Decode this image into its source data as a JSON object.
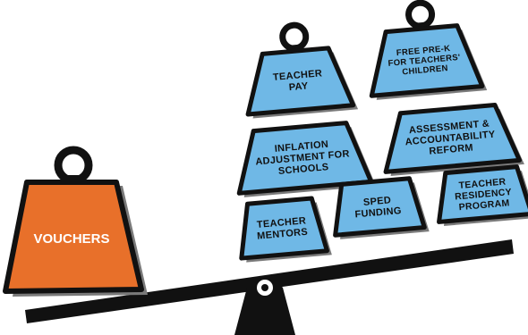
{
  "colors": {
    "voucher_fill": "#e8702a",
    "program_fill": "#6fb8e6",
    "outline": "#111111",
    "shadow": "#7a7a7a"
  },
  "voucher": {
    "label": "VOUCHERS"
  },
  "weights": [
    {
      "lines": [
        "TEACHER",
        "PAY"
      ]
    },
    {
      "lines": [
        "FREE PRE-K",
        "FOR TEACHERS'",
        "CHILDREN"
      ]
    },
    {
      "lines": [
        "INFLATION",
        "ADJUSTMENT FOR",
        "SCHOOLS"
      ]
    },
    {
      "lines": [
        "ASSESSMENT &",
        "ACCOUNTABILITY",
        "REFORM"
      ]
    },
    {
      "lines": [
        "TEACHER",
        "MENTORS"
      ]
    },
    {
      "lines": [
        "SPED",
        "FUNDING"
      ]
    },
    {
      "lines": [
        "TEACHER",
        "RESIDENCY",
        "PROGRAM"
      ]
    }
  ]
}
